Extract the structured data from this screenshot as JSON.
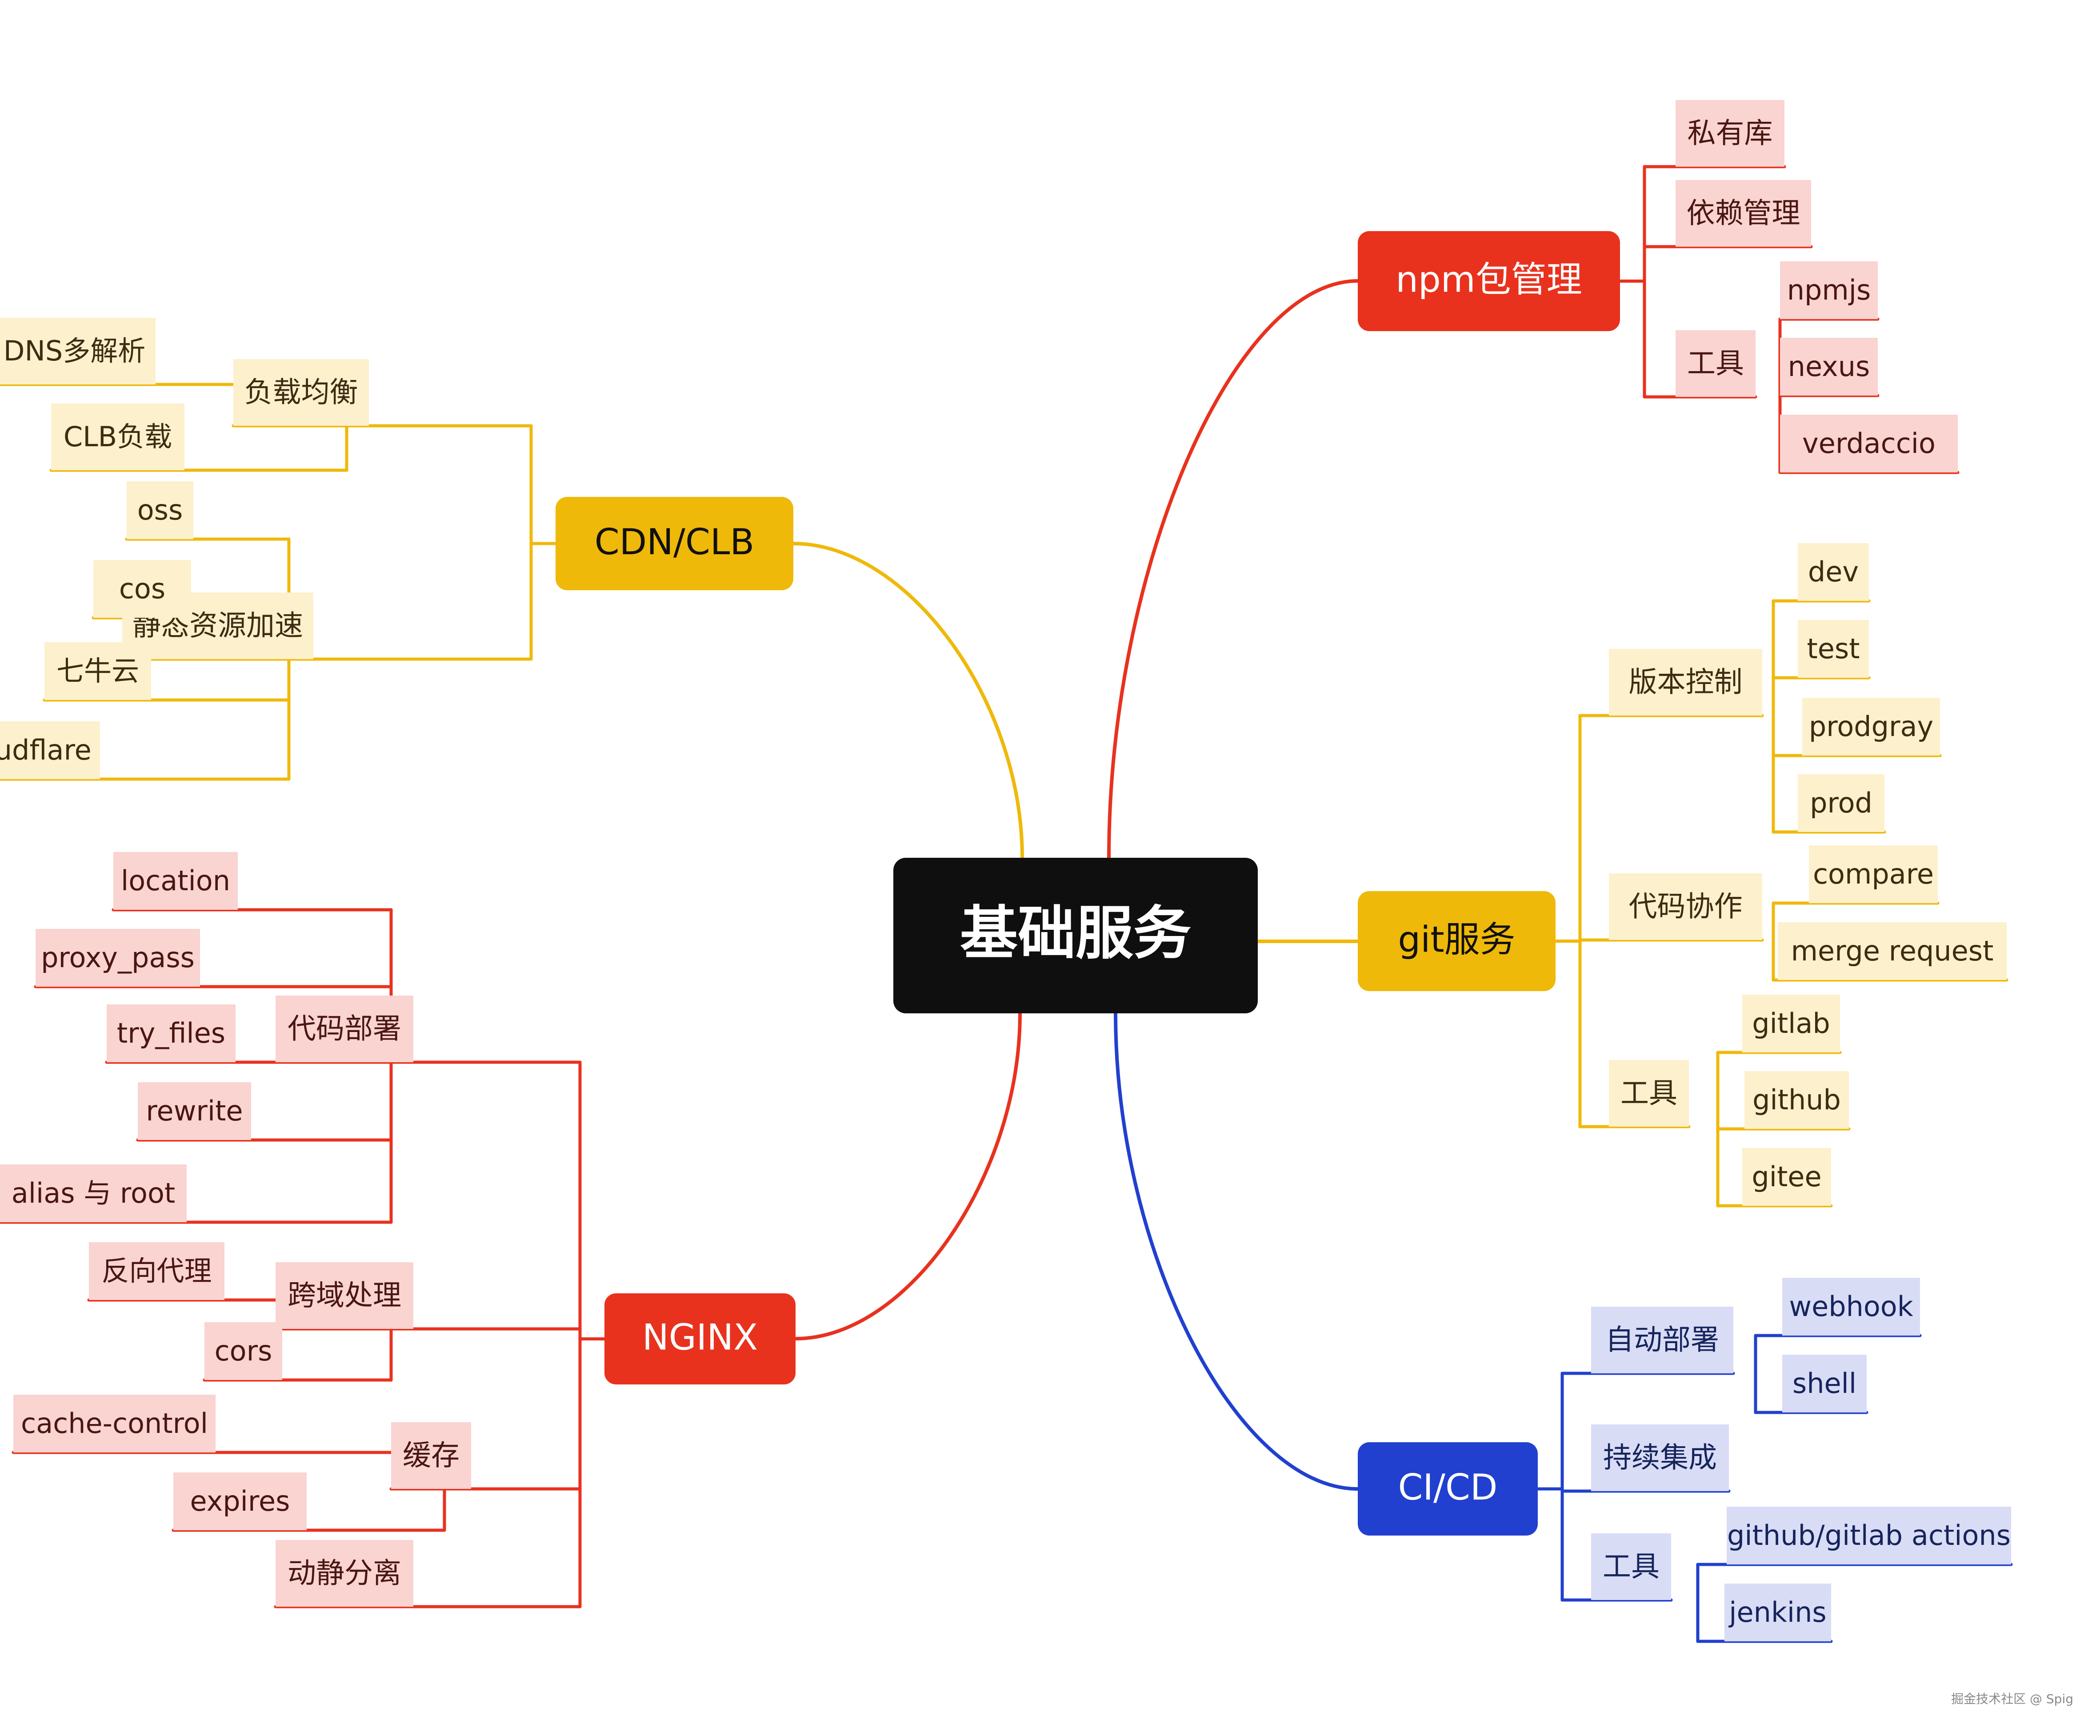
{
  "colors": {
    "red": "#e8321e",
    "yellow": "#efb90a",
    "blue": "#2140cf",
    "root": "#0f0f0f",
    "red_leaf_fill": "#f9d4d1",
    "yellow_leaf_fill": "#fdf0cc",
    "blue_leaf_fill": "#d8dcf5",
    "leaf_text": "#3d2b12",
    "red_leaf_text": "#4a1612",
    "blue_leaf_text": "#16245c"
  },
  "root": {
    "label": "基础服务"
  },
  "branches": [
    {
      "key": "npm",
      "label": "npm包管理",
      "color": "red",
      "children": [
        {
          "key": "private",
          "label": "私有库"
        },
        {
          "key": "dep",
          "label": "依赖管理"
        },
        {
          "key": "tools",
          "label": "工具",
          "children": [
            {
              "key": "npmjs",
              "label": "npmjs"
            },
            {
              "key": "nexus",
              "label": "nexus"
            },
            {
              "key": "verdaccio",
              "label": "verdaccio"
            }
          ]
        }
      ]
    },
    {
      "key": "git",
      "label": "git服务",
      "color": "yellow",
      "children": [
        {
          "key": "version",
          "label": "版本控制",
          "children": [
            {
              "key": "dev",
              "label": "dev"
            },
            {
              "key": "test",
              "label": "test"
            },
            {
              "key": "prodgray",
              "label": "prodgray"
            },
            {
              "key": "prod",
              "label": "prod"
            }
          ]
        },
        {
          "key": "collab",
          "label": "代码协作",
          "children": [
            {
              "key": "compare",
              "label": "compare"
            },
            {
              "key": "mr",
              "label": "merge request"
            }
          ]
        },
        {
          "key": "tools",
          "label": "工具",
          "children": [
            {
              "key": "gitlab",
              "label": "gitlab"
            },
            {
              "key": "github",
              "label": "github"
            },
            {
              "key": "gitee",
              "label": "gitee"
            }
          ]
        }
      ]
    },
    {
      "key": "cicd",
      "label": "CI/CD",
      "color": "blue",
      "children": [
        {
          "key": "autodeploy",
          "label": "自动部署",
          "children": [
            {
              "key": "webhook",
              "label": "webhook"
            },
            {
              "key": "shell",
              "label": "shell"
            }
          ]
        },
        {
          "key": "ci",
          "label": "持续集成"
        },
        {
          "key": "tools",
          "label": "工具",
          "children": [
            {
              "key": "actions",
              "label": "github/gitlab actions"
            },
            {
              "key": "jenkins",
              "label": "jenkins"
            }
          ]
        }
      ]
    },
    {
      "key": "cdn",
      "label": "CDN/CLB",
      "color": "yellow",
      "children": [
        {
          "key": "lb",
          "label": "负载均衡",
          "children": [
            {
              "key": "dns",
              "label": "DNS多解析"
            },
            {
              "key": "clb",
              "label": "CLB负载"
            }
          ]
        },
        {
          "key": "static",
          "label": "静态资源加速",
          "children": [
            {
              "key": "oss",
              "label": "oss"
            },
            {
              "key": "cos",
              "label": "cos"
            },
            {
              "key": "qiniu",
              "label": "七牛云"
            },
            {
              "key": "cloudflare",
              "label": "Cloudflare"
            }
          ]
        }
      ]
    },
    {
      "key": "nginx",
      "label": "NGINX",
      "color": "red",
      "children": [
        {
          "key": "deploy",
          "label": "代码部署",
          "children": [
            {
              "key": "location",
              "label": "location"
            },
            {
              "key": "proxy_pass",
              "label": "proxy_pass"
            },
            {
              "key": "try_files",
              "label": "try_files"
            },
            {
              "key": "rewrite",
              "label": "rewrite"
            },
            {
              "key": "alias",
              "label": "alias 与 root"
            }
          ]
        },
        {
          "key": "cross",
          "label": "跨域处理",
          "children": [
            {
              "key": "reverse",
              "label": "反向代理"
            },
            {
              "key": "cors",
              "label": "cors"
            }
          ]
        },
        {
          "key": "cache",
          "label": "缓存",
          "children": [
            {
              "key": "cachecontrol",
              "label": "cache-control"
            },
            {
              "key": "expires",
              "label": "expires"
            }
          ]
        },
        {
          "key": "dynstatic",
          "label": "动静分离"
        }
      ]
    }
  ],
  "watermark": "掘金技术社区 @ Spig"
}
